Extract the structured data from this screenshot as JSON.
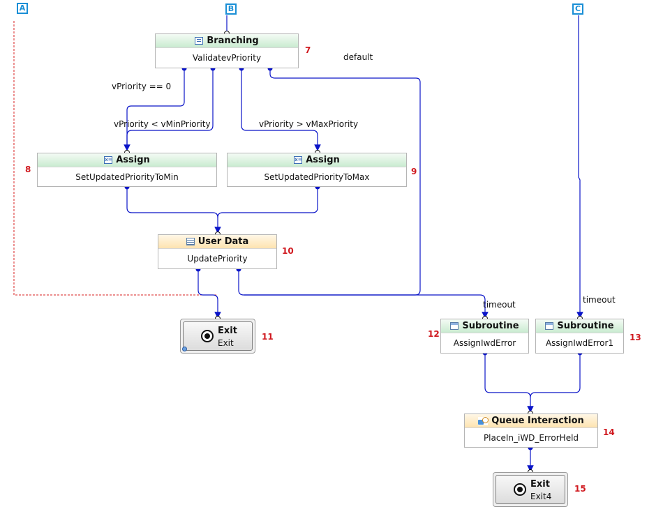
{
  "connectors": {
    "a": "A",
    "b": "B",
    "c": "C"
  },
  "nodes": {
    "branching": {
      "title": "Branching",
      "name": "ValidatevPriority",
      "step": "7",
      "icon": "branching-icon"
    },
    "assign_min": {
      "title": "Assign",
      "name": "SetUpdatedPriorityToMin",
      "step": "8",
      "icon": "assign-icon"
    },
    "assign_max": {
      "title": "Assign",
      "name": "SetUpdatedPriorityToMax",
      "step": "9",
      "icon": "assign-icon"
    },
    "user_data": {
      "title": "User Data",
      "name": "UpdatePriority",
      "step": "10",
      "icon": "user-data-icon"
    },
    "exit": {
      "title": "Exit",
      "name": "Exit",
      "step": "11"
    },
    "sub1": {
      "title": "Subroutine",
      "name": "AssignIwdError",
      "step": "12",
      "icon": "subroutine-icon"
    },
    "sub2": {
      "title": "Subroutine",
      "name": "AssignIwdError1",
      "step": "13",
      "icon": "subroutine-icon"
    },
    "queue": {
      "title": "Queue Interaction",
      "name": "PlaceIn_iWD_ErrorHeld",
      "step": "14",
      "icon": "queue-interaction-icon"
    },
    "exit4": {
      "title": "Exit",
      "name": "Exit4",
      "step": "15"
    }
  },
  "edge_labels": {
    "default": "default",
    "eq_zero": "vPriority == 0",
    "lt_min": "vPriority < vMinPriority",
    "gt_max": "vPriority > vMaxPriority",
    "timeout_1": "timeout",
    "timeout_2": "timeout"
  },
  "colors": {
    "connection": "#0a14c8",
    "dashed_connection": "#d82020",
    "connector_tag": "#1a8fd6",
    "step_number": "#d0191f",
    "green_header": "#c9ebd0",
    "orange_header": "#fde3b0"
  }
}
